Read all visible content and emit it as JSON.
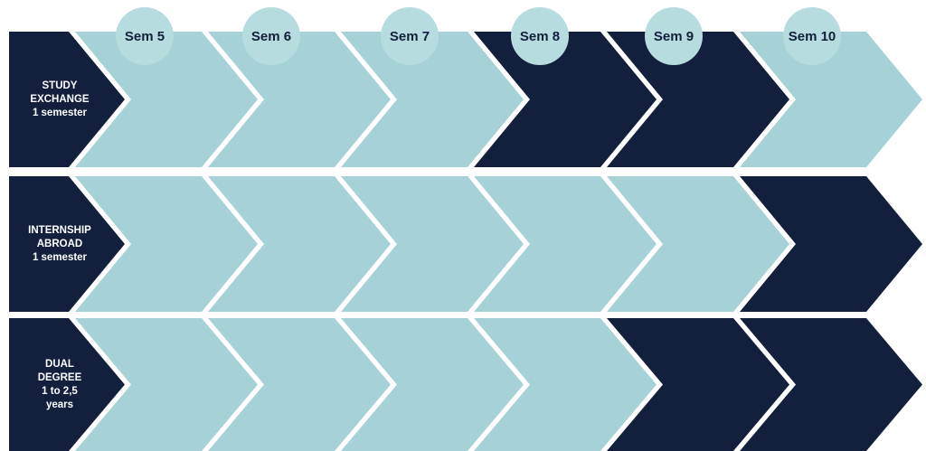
{
  "colors": {
    "dark": "#121f3d",
    "light": "#a6d2d7",
    "circle": "#b7dcdf",
    "background": "#ffffff",
    "label_text": "#ffffff"
  },
  "semesters": [
    {
      "label": "Sem 5"
    },
    {
      "label": "Sem 6"
    },
    {
      "label": "Sem 7"
    },
    {
      "label": "Sem 8"
    },
    {
      "label": "Sem 9"
    },
    {
      "label": "Sem 10"
    }
  ],
  "rows": [
    {
      "id": "study-exchange",
      "label": "STUDY\nEXCHANGE\n1 semester",
      "segments": [
        "light",
        "light",
        "light",
        "dark",
        "dark",
        "light"
      ]
    },
    {
      "id": "internship-abroad",
      "label": "INTERNSHIP\nABROAD\n1 semester",
      "segments": [
        "light",
        "light",
        "light",
        "light",
        "light",
        "dark"
      ]
    },
    {
      "id": "dual-degree",
      "label": "DUAL\nDEGREE\n1 to 2,5\nyears",
      "segments": [
        "light",
        "light",
        "light",
        "light",
        "dark",
        "dark"
      ]
    }
  ]
}
